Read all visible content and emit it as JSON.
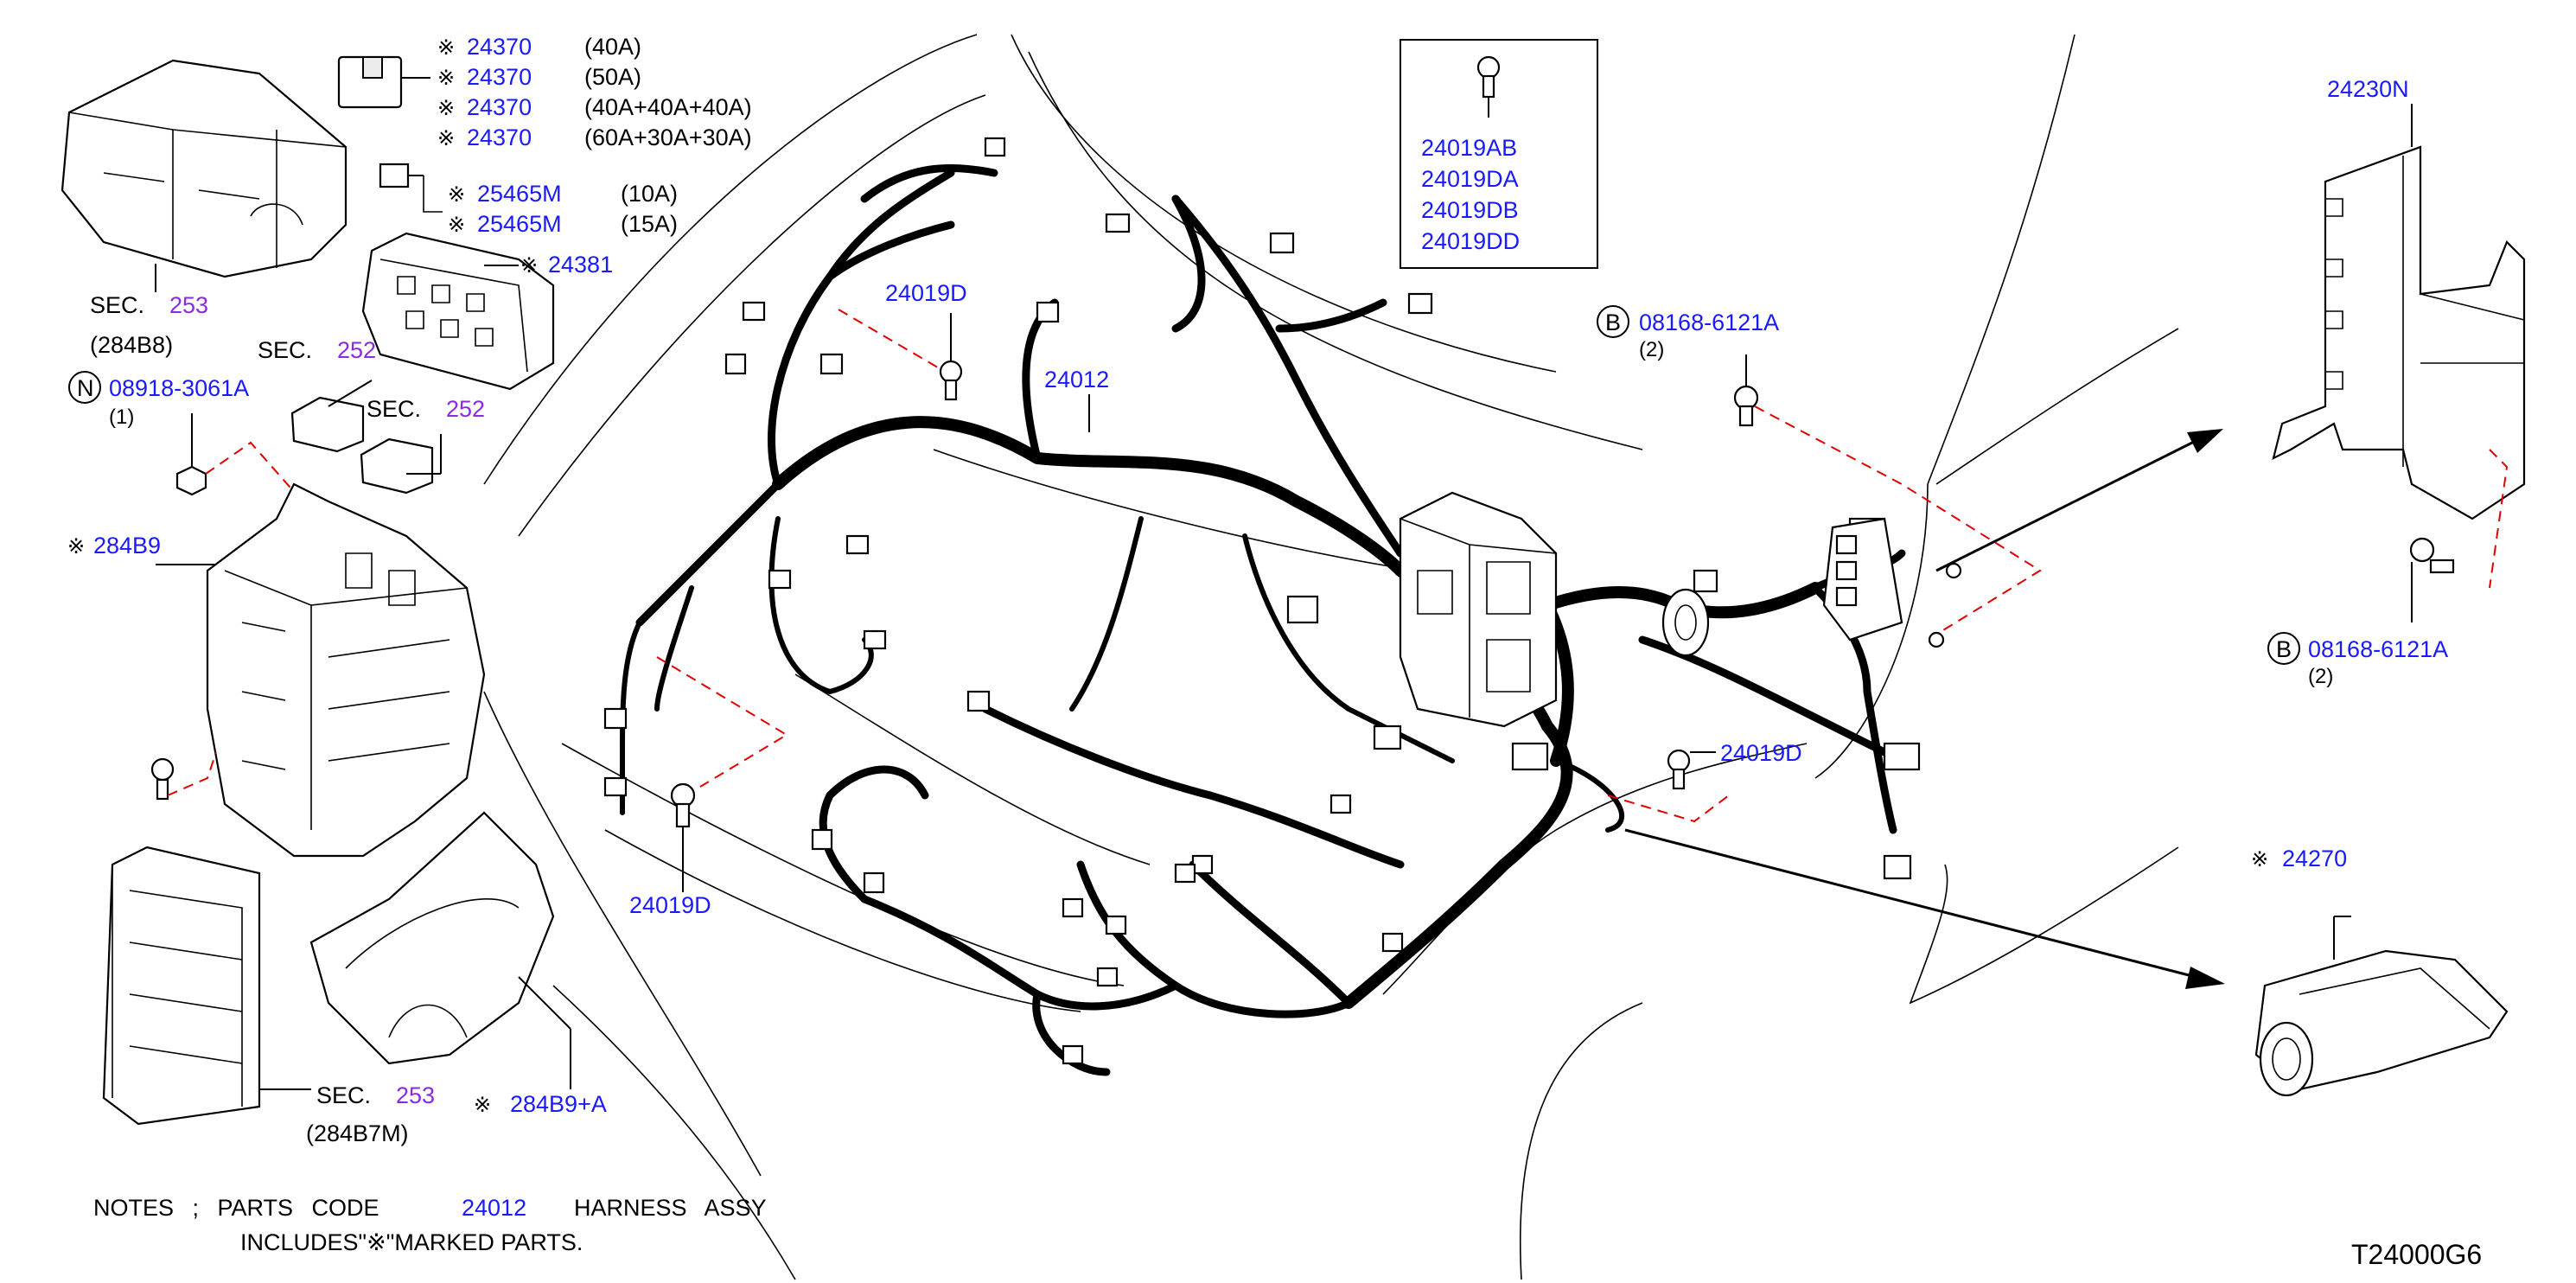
{
  "labels": {
    "fuse_40a_part": "24370",
    "fuse_40a_rating": "(40A)",
    "fuse_50a_part": "24370",
    "fuse_50a_rating": "(50A)",
    "fuse_40x3_part": "24370",
    "fuse_40x3_rating": "(40A+40A+40A)",
    "fuse_60_part": "24370",
    "fuse_60_rating": "(60A+30A+30A)",
    "fuse_10a_part": "25465M",
    "fuse_10a_rating": "(10A)",
    "fuse_15a_part": "25465M",
    "fuse_15a_rating": "(15A)",
    "relay_box_part": "24381",
    "sec_word": "SEC.",
    "sec_253": "253",
    "sec_253_sub": "(284B8)",
    "sec_252": "252",
    "nut_marker": "N",
    "nut_part": "08918-3061A",
    "qty_1": "(1)",
    "fuse_box_part": "284B9",
    "fuse_box_plus_part": "284B9+A",
    "sec_253_lower_sub": "(284B7M)",
    "harness_main": "24012",
    "bolt_24019d": "24019D",
    "bolt_list": [
      "24019AB",
      "24019DA",
      "24019DB",
      "24019DD"
    ],
    "bolt_marker_b": "B",
    "bolt_b_part": "08168-6121A",
    "qty_2": "(2)",
    "bracket_part": "24230N",
    "protector_part": "24270",
    "mark": "※"
  },
  "notes": {
    "line1_prefix": "NOTES ; PARTS CODE",
    "line1_code": "24012",
    "line1_suffix": "HARNESS ASSY",
    "line2": "INCLUDES\"※\"MARKED PARTS."
  },
  "diagram_code": "T24000G6",
  "colors": {
    "part_number": "#1a1aff",
    "section_ref": "#8a2be2",
    "leader_dash": "#e00000"
  }
}
